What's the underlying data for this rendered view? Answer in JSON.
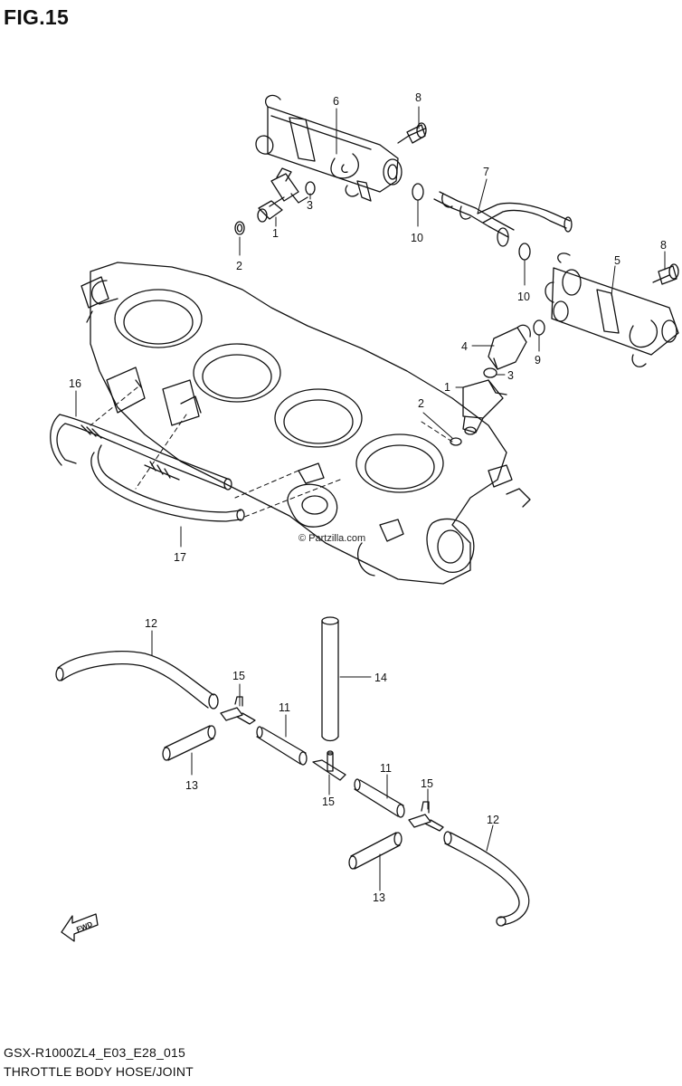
{
  "figure": {
    "title": "FIG.15",
    "model_code": "GSX-R1000ZL4_E03_E28_015",
    "section_name": "THROTTLE BODY HOSE/JOINT",
    "watermark": "© Partzilla.com",
    "direction_arrow": "FWD"
  },
  "callouts": [
    {
      "id": "c-6a",
      "label": "6"
    },
    {
      "id": "c-8a",
      "label": "8"
    },
    {
      "id": "c-7",
      "label": "7"
    },
    {
      "id": "c-3a",
      "label": "3"
    },
    {
      "id": "c-1a",
      "label": "1"
    },
    {
      "id": "c-2a",
      "label": "2"
    },
    {
      "id": "c-10a",
      "label": "10"
    },
    {
      "id": "c-10b",
      "label": "10"
    },
    {
      "id": "c-5",
      "label": "5"
    },
    {
      "id": "c-8b",
      "label": "8"
    },
    {
      "id": "c-4",
      "label": "4"
    },
    {
      "id": "c-9",
      "label": "9"
    },
    {
      "id": "c-3b",
      "label": "3"
    },
    {
      "id": "c-1b",
      "label": "1"
    },
    {
      "id": "c-2b",
      "label": "2"
    },
    {
      "id": "c-16",
      "label": "16"
    },
    {
      "id": "c-17",
      "label": "17"
    },
    {
      "id": "c-12a",
      "label": "12"
    },
    {
      "id": "c-15a",
      "label": "15"
    },
    {
      "id": "c-11a",
      "label": "11"
    },
    {
      "id": "c-14",
      "label": "14"
    },
    {
      "id": "c-13a",
      "label": "13"
    },
    {
      "id": "c-15b",
      "label": "15"
    },
    {
      "id": "c-11b",
      "label": "11"
    },
    {
      "id": "c-15c",
      "label": "15"
    },
    {
      "id": "c-12b",
      "label": "12"
    },
    {
      "id": "c-13b",
      "label": "13"
    }
  ]
}
